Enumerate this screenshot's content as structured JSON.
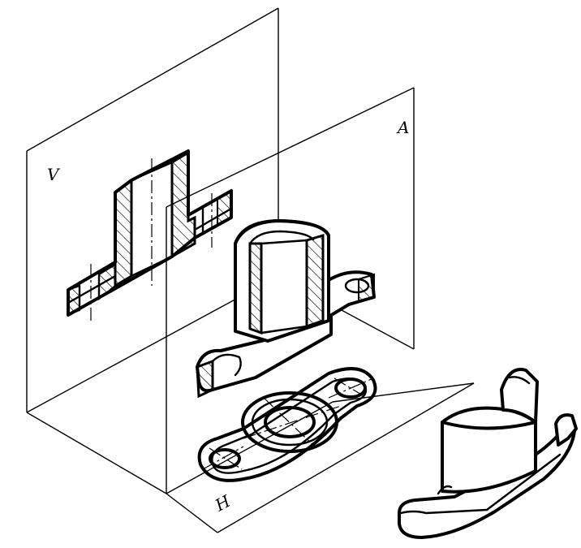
{
  "labels": {
    "plane_v": "V",
    "plane_a": "A",
    "plane_h": "H"
  },
  "colors": {
    "line": "#000000",
    "background": "#ffffff"
  }
}
